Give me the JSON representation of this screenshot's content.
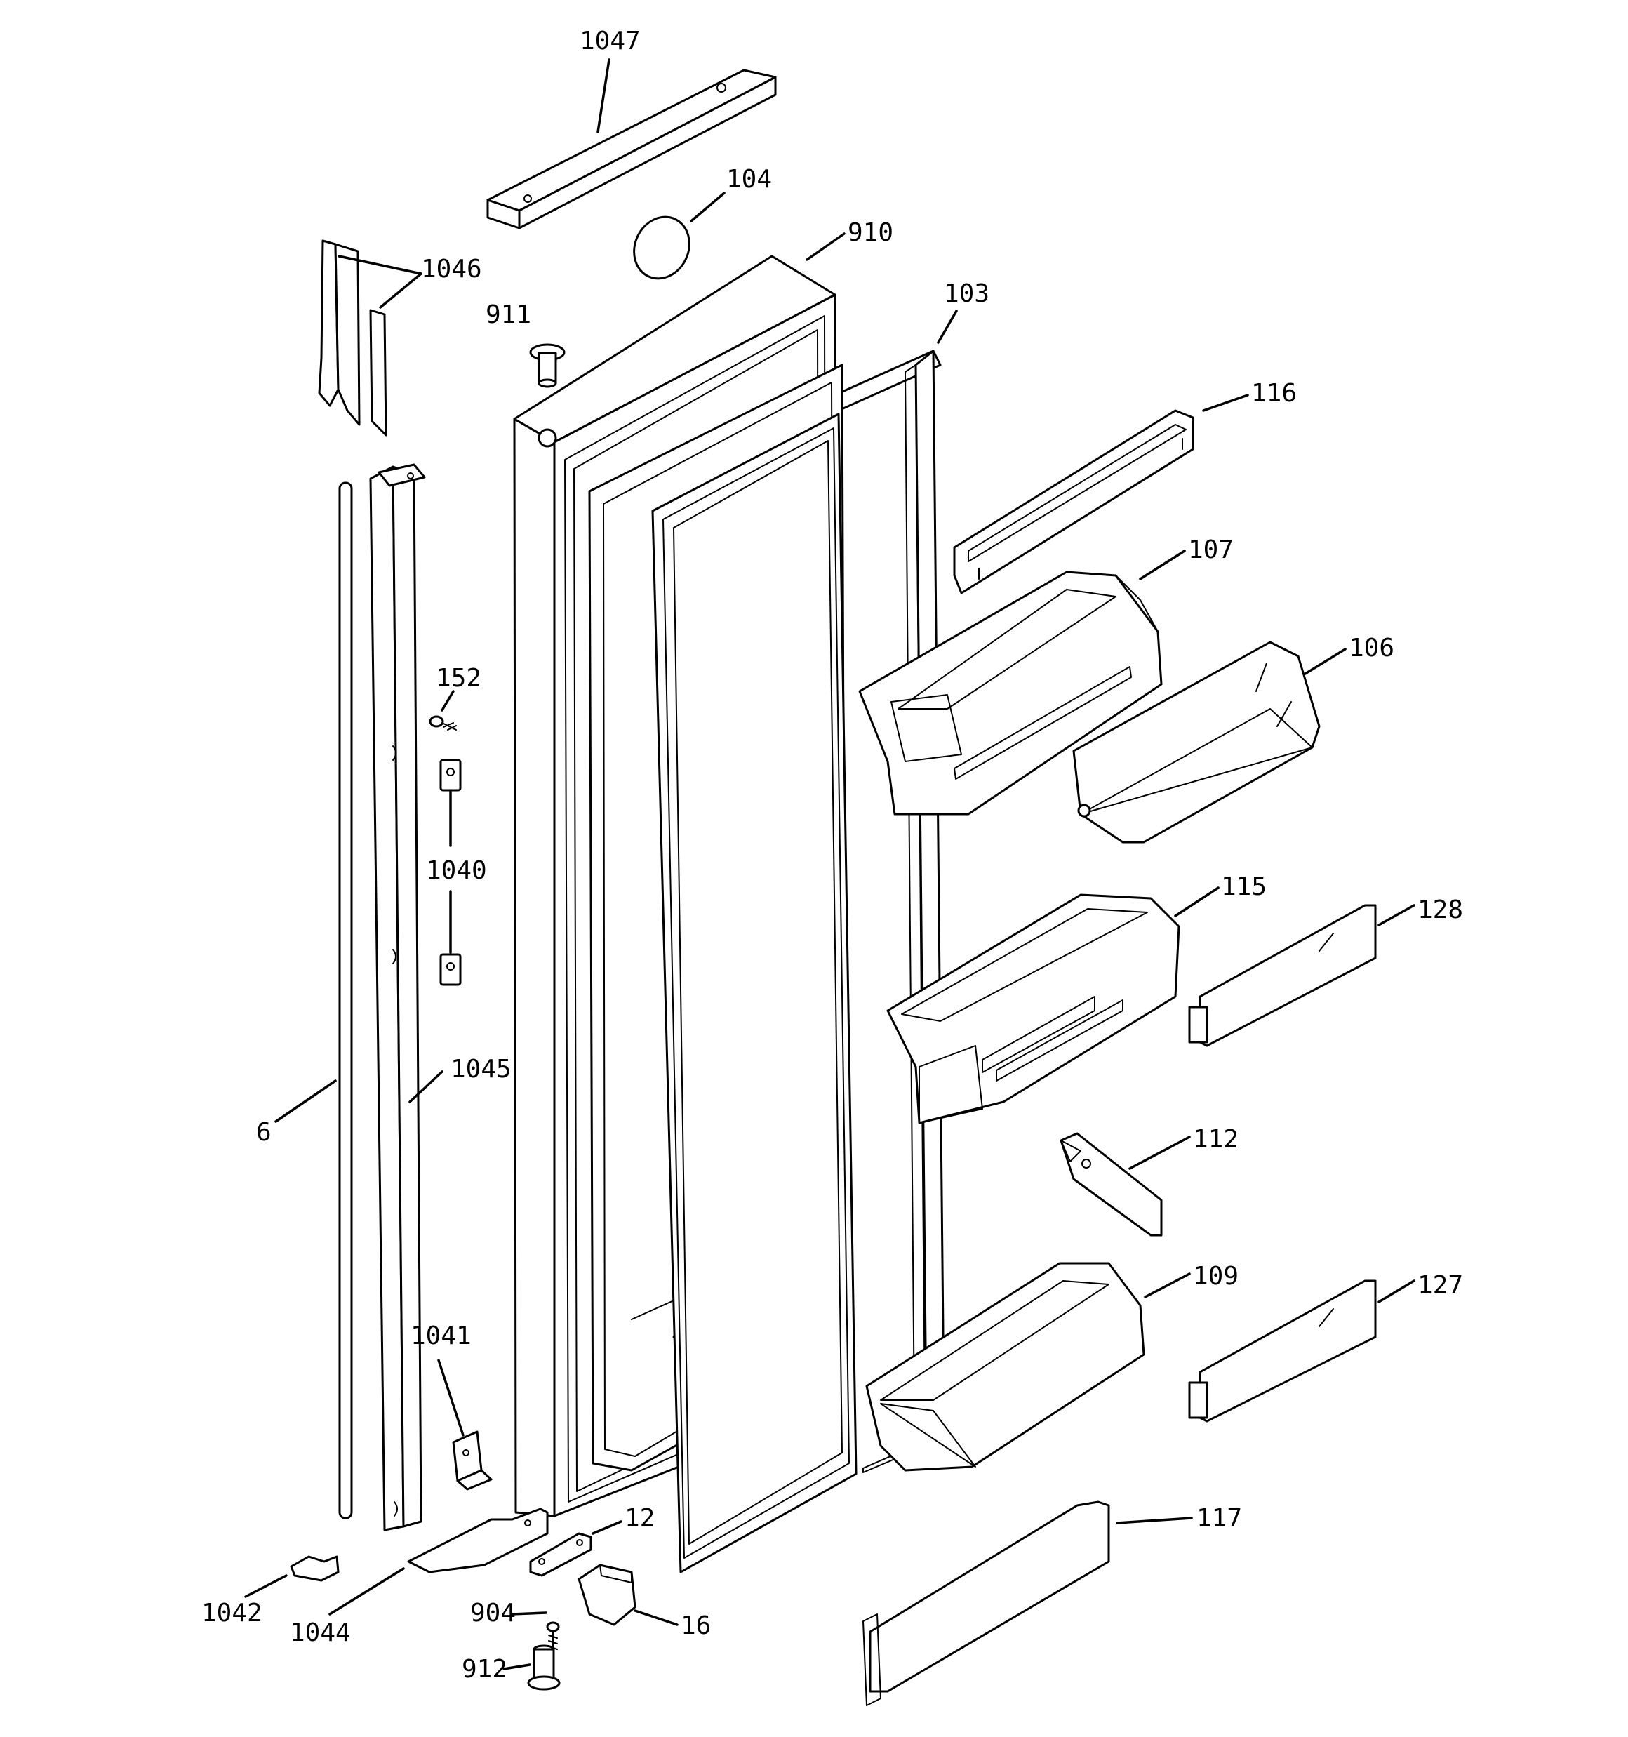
{
  "callouts": {
    "c1047": "1047",
    "c104": "104",
    "c910": "910",
    "c1046": "1046",
    "c911": "911",
    "c103": "103",
    "c116": "116",
    "c107": "107",
    "c106": "106",
    "c152": "152",
    "c1040": "1040",
    "c115": "115",
    "c128": "128",
    "c1045": "1045",
    "c6": "6",
    "c112": "112",
    "c109": "109",
    "c127": "127",
    "c1041": "1041",
    "c12": "12",
    "c117": "117",
    "c1042": "1042",
    "c1044": "1044",
    "c904": "904",
    "c16": "16",
    "c912": "912"
  }
}
